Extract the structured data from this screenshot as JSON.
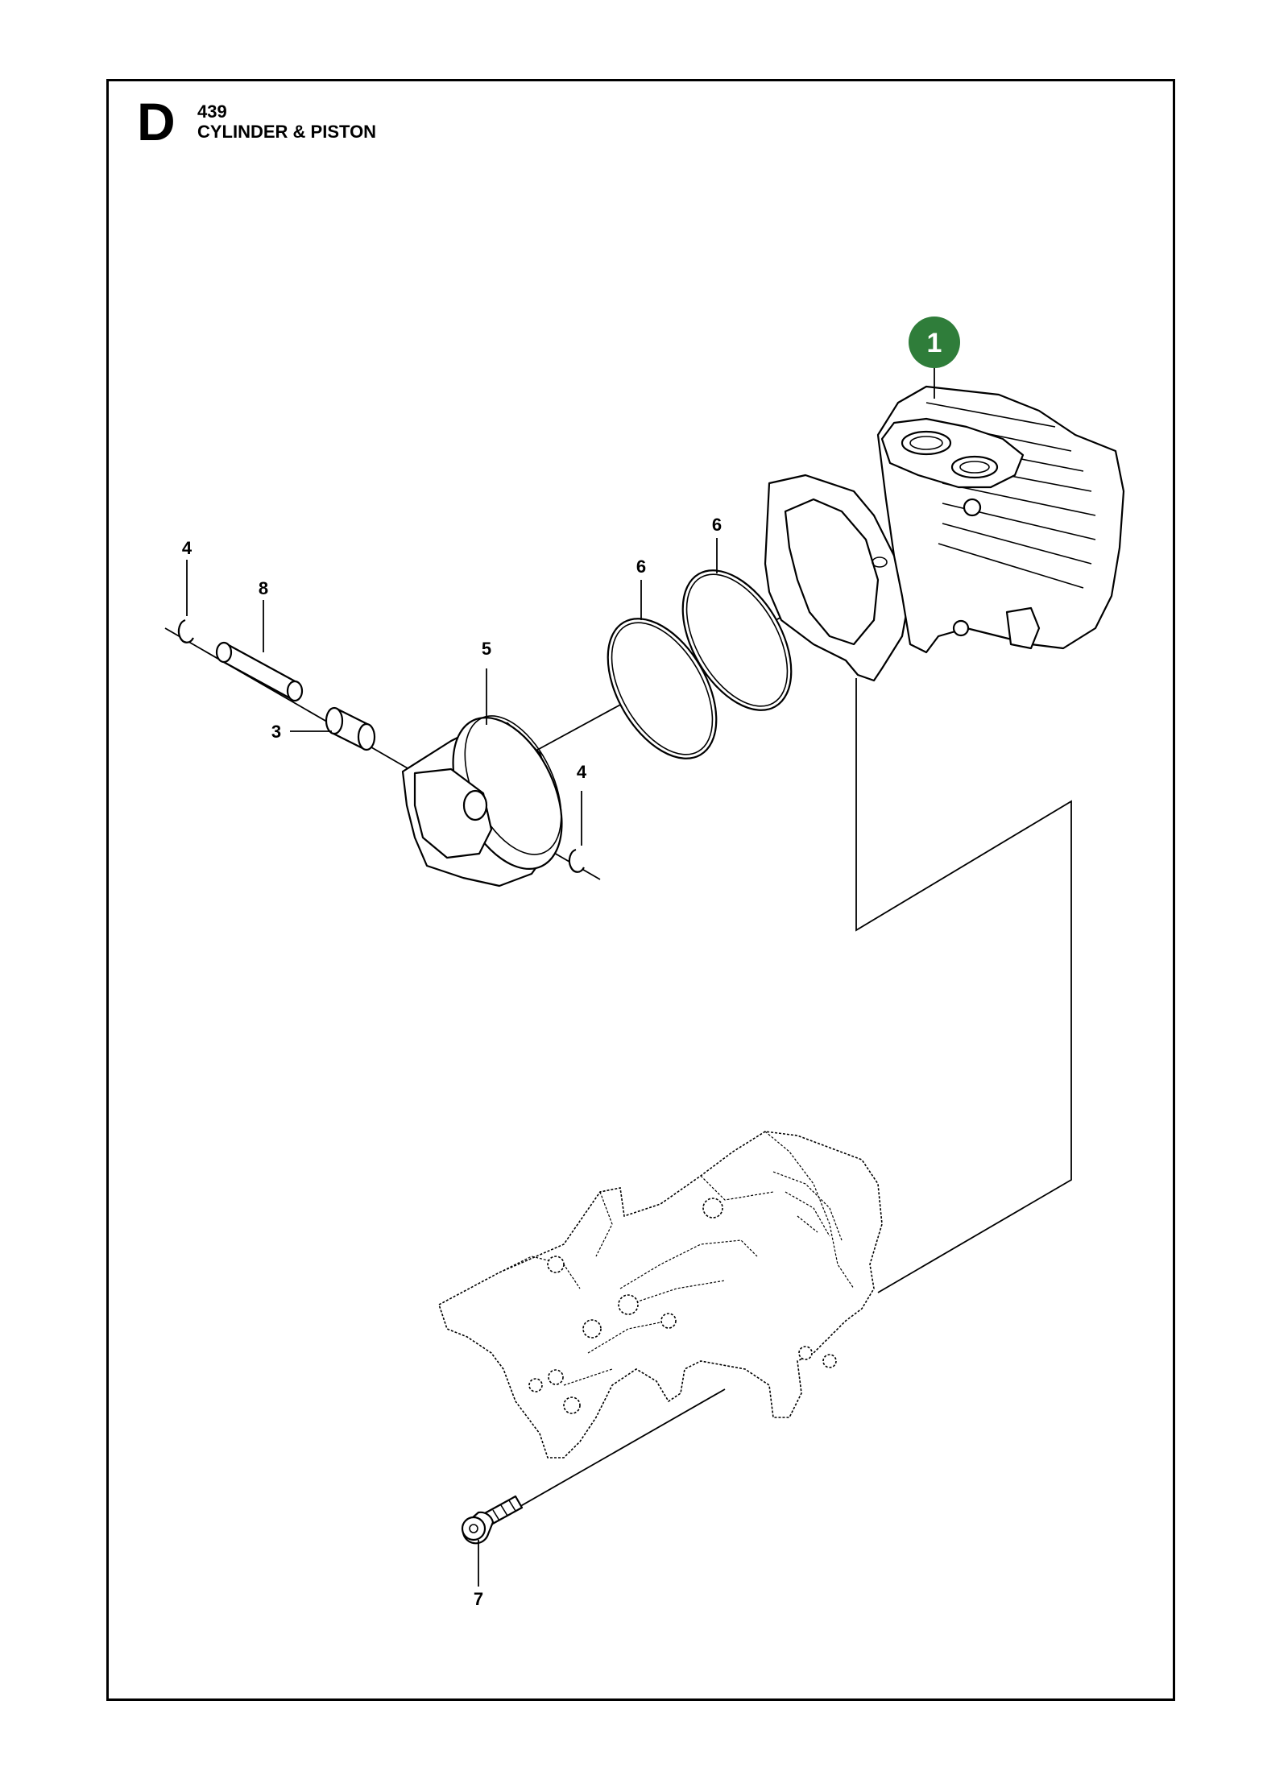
{
  "header": {
    "section_letter": "D",
    "model_number": "439",
    "title": "CYLINDER & PISTON"
  },
  "callouts": {
    "cylinder": "1",
    "needle_bearing": "3",
    "retaining_ring_left": "4",
    "retaining_ring_right": "4",
    "piston": "5",
    "piston_ring_inner": "6",
    "piston_ring_outer": "6",
    "screw": "7",
    "piston_pin": "8"
  },
  "colors": {
    "highlight": "#2f7d3a",
    "line": "#000000",
    "background": "#ffffff"
  }
}
